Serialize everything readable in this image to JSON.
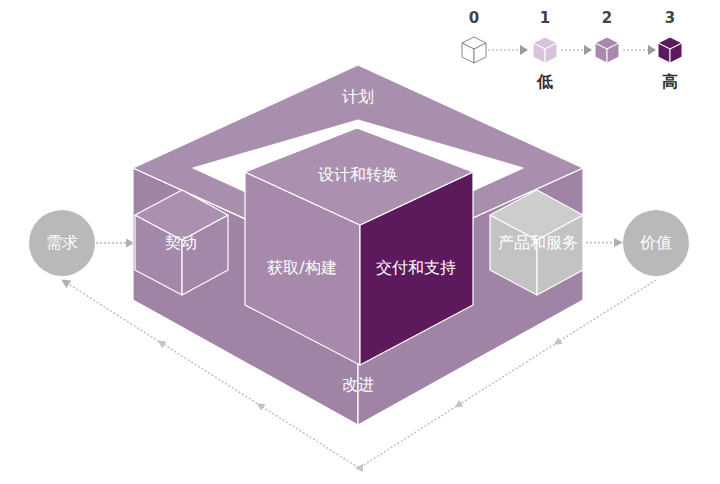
{
  "diagram": {
    "nodes": [
      {
        "text": [
          "需求"
        ]
      },
      {
        "text": [
          "计划",
          "改进"
        ]
      },
      {
        "text": [
          "契动"
        ]
      },
      {
        "text": [
          "设计和转换",
          "获取/构建",
          "交付和支持"
        ]
      },
      {
        "text": [
          "产品和服务"
        ]
      },
      {
        "text": [
          "价值"
        ]
      }
    ],
    "edges": [
      {
        "from": 0,
        "to": 2,
        "arrow": "to"
      },
      {
        "from": 2,
        "to": 3,
        "arrow": "none"
      },
      {
        "from": 3,
        "to": 4,
        "arrow": "none"
      },
      {
        "from": 4,
        "to": 5,
        "arrow": "to"
      },
      {
        "from": 5,
        "to": 0,
        "arrow": "to"
      }
    ],
    "labels": [
      "低",
      "高"
    ],
    "legend": [
      {
        "text": "0",
        "color": "#ffffff"
      },
      {
        "text": "1",
        "color": "#d6c4da"
      },
      {
        "text": "2",
        "color": "#a689ab"
      },
      {
        "text": "3",
        "color": "#5c1a5c"
      }
    ]
  }
}
